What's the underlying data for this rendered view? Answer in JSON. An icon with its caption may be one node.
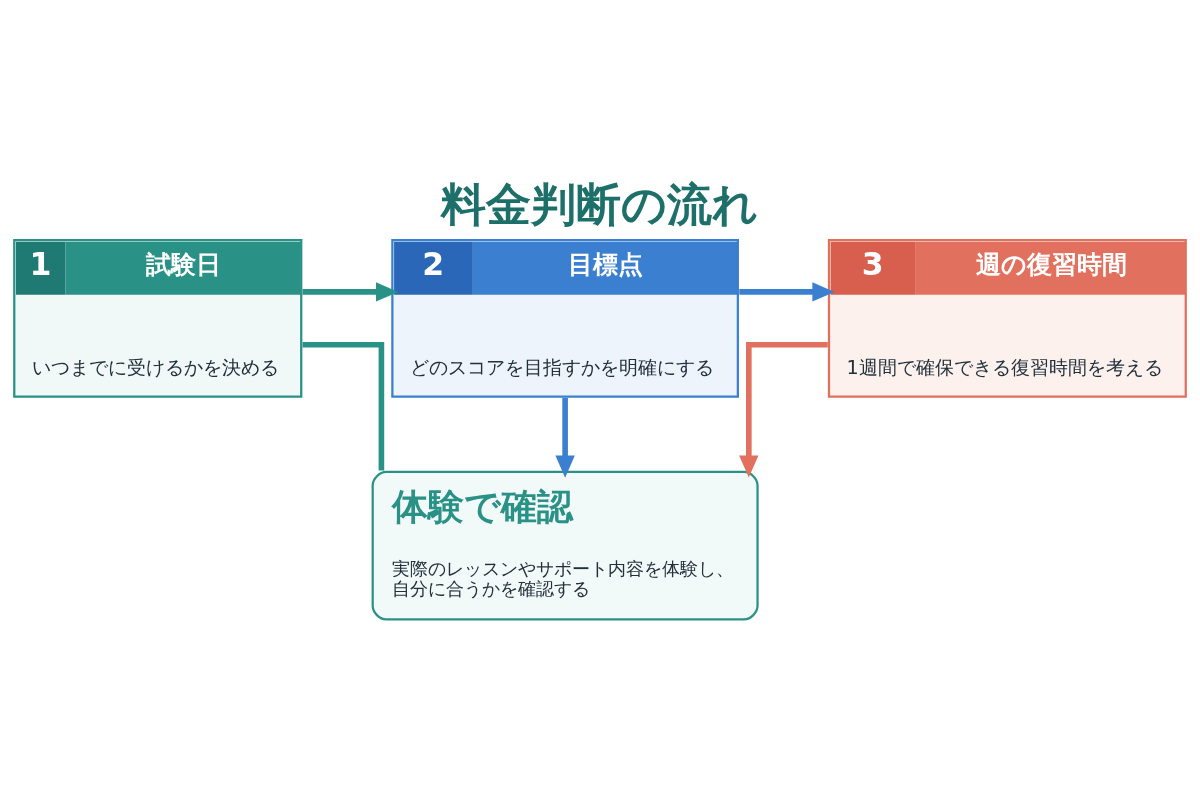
{
  "diagram": {
    "title": "料金判断の流れ",
    "nodes": [
      {
        "text": [
          "1",
          "試験日",
          "いつまでに受けるかを決める"
        ]
      },
      {
        "text": [
          "2",
          "目標点",
          "どのスコアを目指すかを明確にする"
        ]
      },
      {
        "text": [
          "3",
          "週の復習時間",
          "1週間で確保できる復習時間を考える"
        ]
      },
      {
        "text": [
          "体験で確認",
          "実際のレッスンやサポート内容を体験し、自分に合うかを確認する"
        ]
      }
    ],
    "edges": [
      {
        "from": 0,
        "to": 1,
        "arrow": "to",
        "color": "#2a9187"
      },
      {
        "from": 1,
        "to": 2,
        "arrow": "to",
        "color": "#3b7fd0"
      },
      {
        "from": 0,
        "to": 3,
        "arrow": "none",
        "color": "#2a9187"
      },
      {
        "from": 1,
        "to": 3,
        "arrow": "to",
        "color": "#3b7fd0"
      },
      {
        "from": 2,
        "to": 3,
        "arrow": "to",
        "color": "#e2705e"
      }
    ]
  }
}
